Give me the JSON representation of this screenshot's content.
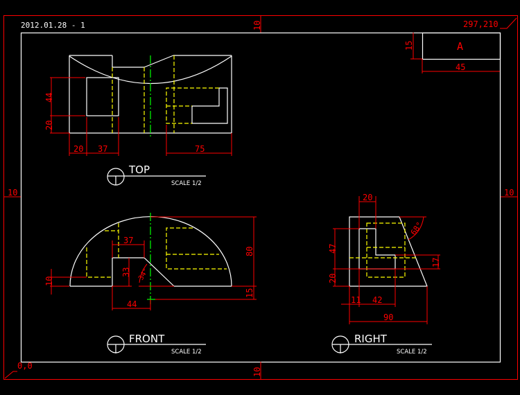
{
  "header": {
    "date_id": "2012.01.28 - 1",
    "sheet_size": "297,210",
    "origin": "0,0"
  },
  "margins": {
    "top": "10",
    "left": "10",
    "right": "10",
    "bottom": "10"
  },
  "title_block": {
    "label": "A",
    "height_dim": "15",
    "width_dim": "45"
  },
  "views": {
    "top": {
      "title": "TOP",
      "scale": "SCALE 1/2",
      "dims": [
        "44",
        "20",
        "20",
        "37",
        "75"
      ]
    },
    "front": {
      "title": "FRONT",
      "scale": "SCALE 1/2",
      "dims": [
        "37",
        "33",
        "34°",
        "10",
        "44",
        "80",
        "15"
      ]
    },
    "right": {
      "title": "RIGHT",
      "scale": "SCALE 1/2",
      "dims": [
        "20",
        "68°",
        "47",
        "20",
        "17",
        "11",
        "42",
        "90"
      ]
    }
  },
  "colors": {
    "background": "#000000",
    "outline": "#ffffff",
    "dimension": "#ff0000",
    "hidden": "#ffff00",
    "center": "#00ff00"
  }
}
